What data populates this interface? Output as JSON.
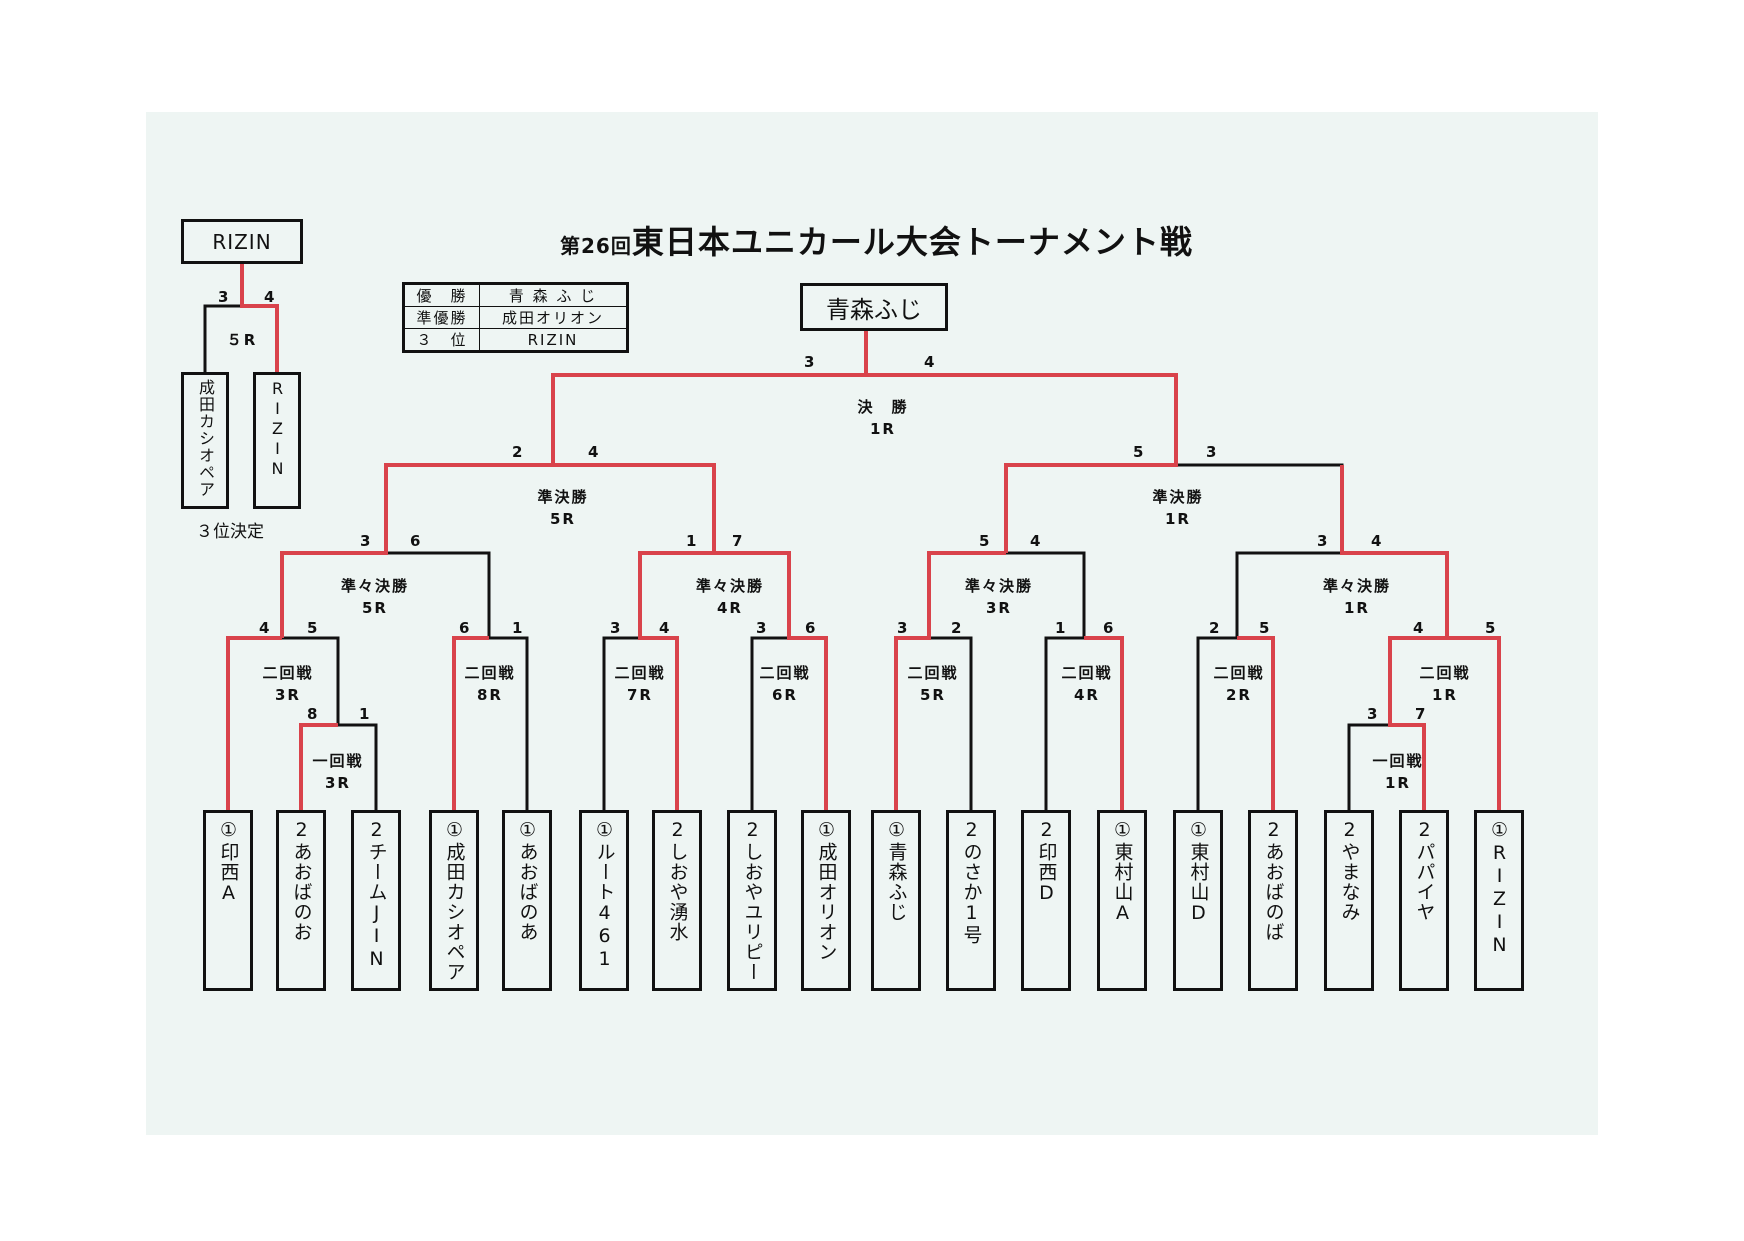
{
  "title": {
    "prefix": "第26回",
    "main": "東日本ユニカール大会トーナメント戦"
  },
  "champion": "青森ふじ",
  "results": [
    {
      "label": "優　勝",
      "value": "青 森 ふ じ"
    },
    {
      "label": "準優勝",
      "value": "成田オリオン"
    },
    {
      "label": "３　位",
      "value": "RIZIN"
    }
  ],
  "third_place": {
    "winner": "RIZIN",
    "round": "５R",
    "scores": [
      "3",
      "4"
    ],
    "teams": [
      "成田カシオペア",
      "RIZIN"
    ],
    "label": "３位決定"
  },
  "teams": [
    "①印西A",
    "2あおばのお",
    "2チームJIN",
    "①成田カシオペア",
    "①あおばのあ",
    "①ルート461",
    "2しおや湧水",
    "2しおやユリピー",
    "①成田オリオン",
    "①青森ふじ",
    "2のさか1号",
    "2印西D",
    "①東村山A",
    "①東村山D",
    "2あおばのば",
    "2やまなみ",
    "2パパイヤ",
    "①RIZIN"
  ],
  "rounds": {
    "final": {
      "name": "決　勝",
      "sheet": "1R"
    },
    "semis": [
      {
        "name": "準決勝",
        "sheet": "5R"
      },
      {
        "name": "準決勝",
        "sheet": "1R"
      }
    ],
    "quarters": [
      {
        "name": "準々決勝",
        "sheet": "5R"
      },
      {
        "name": "準々決勝",
        "sheet": "4R"
      },
      {
        "name": "準々決勝",
        "sheet": "3R"
      },
      {
        "name": "準々決勝",
        "sheet": "1R"
      }
    ],
    "second": [
      {
        "name": "二回戦",
        "sheet": "3R"
      },
      {
        "name": "二回戦",
        "sheet": "8R"
      },
      {
        "name": "二回戦",
        "sheet": "7R"
      },
      {
        "name": "二回戦",
        "sheet": "6R"
      },
      {
        "name": "二回戦",
        "sheet": "5R"
      },
      {
        "name": "二回戦",
        "sheet": "4R"
      },
      {
        "name": "二回戦",
        "sheet": "2R"
      },
      {
        "name": "二回戦",
        "sheet": "1R"
      }
    ],
    "first": [
      {
        "name": "一回戦",
        "sheet": "3R"
      },
      {
        "name": "一回戦",
        "sheet": "1R"
      }
    ]
  },
  "scores": {
    "final": [
      "3",
      "4"
    ],
    "semi_left": [
      "2",
      "4"
    ],
    "semi_right": [
      "5",
      "3"
    ],
    "qf1": [
      "3",
      "6"
    ],
    "qf2": [
      "1",
      "7"
    ],
    "qf3": [
      "5",
      "4"
    ],
    "qf4": [
      "3",
      "4"
    ],
    "r2_1": [
      "4",
      "5"
    ],
    "r2_2": [
      "6",
      "1"
    ],
    "r2_3": [
      "3",
      "4"
    ],
    "r2_4": [
      "3",
      "6"
    ],
    "r2_5": [
      "3",
      "2"
    ],
    "r2_6": [
      "1",
      "6"
    ],
    "r2_7": [
      "2",
      "5"
    ],
    "r2_8": [
      "4",
      "5"
    ],
    "r1_1": [
      "8",
      "1"
    ],
    "r1_2": [
      "3",
      "7"
    ]
  },
  "colors": {
    "win_line": "#d9434b",
    "line": "#111111",
    "paper": "#eef5f3"
  }
}
